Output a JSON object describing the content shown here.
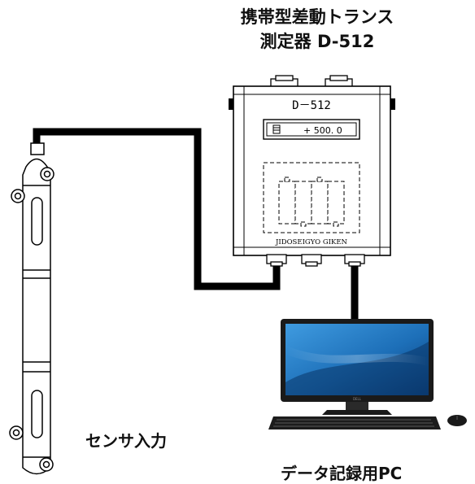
{
  "title": {
    "line1": "携帯型差動トランス",
    "line2": "測定器 D-512"
  },
  "device": {
    "model_label": "D－512",
    "display_value": "+ 500. 0",
    "maker": "JIDOSEIGYO GIKEN"
  },
  "labels": {
    "sensor_input": "センサ入力",
    "data_pc": "データ記録用PC"
  },
  "colors": {
    "cable": "#000000",
    "screen_top": "#1d6fb8",
    "screen_bottom": "#0b3d78"
  }
}
